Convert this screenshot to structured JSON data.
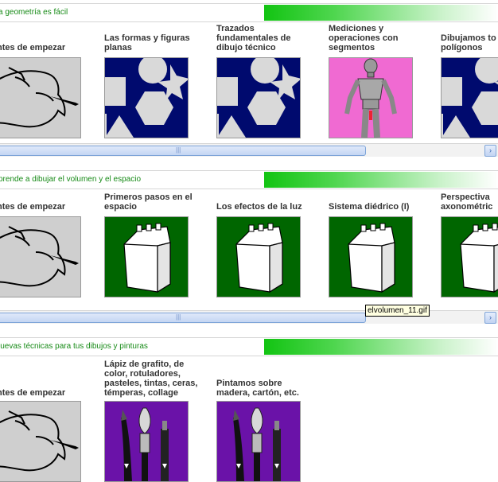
{
  "sections": [
    {
      "title": "a geometría es fácil",
      "cards": [
        {
          "label": "ntes de empezar",
          "thumb": "hand-drawing-icon"
        },
        {
          "label": "Las formas y figuras\nplanas",
          "thumb": "shapes-icon"
        },
        {
          "label": "Trazados\nfundamentales de\ndibujo técnico",
          "thumb": "shapes-icon"
        },
        {
          "label": "Mediciones y\noperaciones con\nsegmentos",
          "thumb": "mannequin-icon"
        },
        {
          "label": "Dibujamos to\npolígonos",
          "thumb": "shapes-icon"
        }
      ]
    },
    {
      "title": "prende a dibujar el volumen y el espacio",
      "cards": [
        {
          "label": "ntes de empezar",
          "thumb": "hand-drawing-icon"
        },
        {
          "label": "Primeros pasos en el\nespacio",
          "thumb": "box-icon"
        },
        {
          "label": "Los efectos de la luz",
          "thumb": "box-icon"
        },
        {
          "label": "Sistema diédrico (I)",
          "thumb": "box-icon"
        },
        {
          "label": "Perspectiva\naxonométric",
          "thumb": "box-icon"
        }
      ]
    },
    {
      "title": "luevas técnicas para tus dibujos y pinturas",
      "cards": [
        {
          "label": "ntes de empezar",
          "thumb": "hand-drawing-icon"
        },
        {
          "label": "Lápiz de grafito, de\ncolor, rotuladores,\npasteles, tintas, ceras,\ntémperas, collage",
          "thumb": "brushes-icon"
        },
        {
          "label": "Pintamos sobre\nmadera, cartón, etc.",
          "thumb": "brushes-icon"
        }
      ]
    }
  ],
  "scrollbar": {
    "grip": "|||",
    "right_arrow": "›"
  },
  "tooltip": "elvolumen_11.gif",
  "colors": {
    "header_green": "#12c412",
    "title_green": "#168a16",
    "navy": "#000a6e",
    "dark_green": "#006600",
    "pink": "#f06ad2",
    "purple": "#6a12a8"
  }
}
